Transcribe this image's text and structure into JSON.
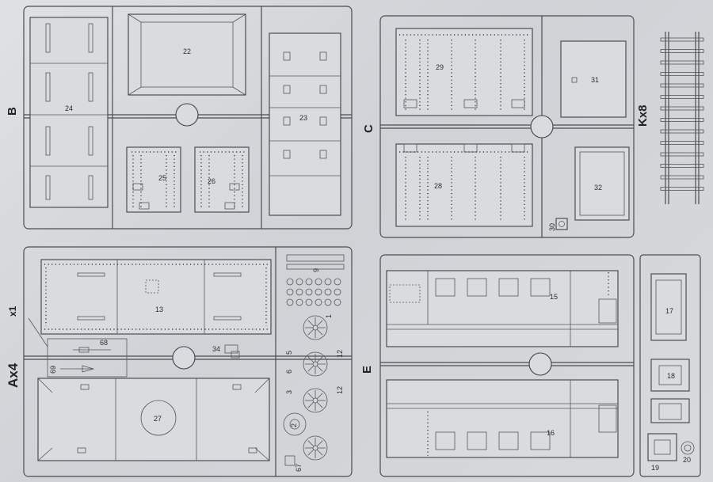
{
  "sprues": {
    "B": {
      "label": "B"
    },
    "C": {
      "label": "C"
    },
    "A": {
      "label": "Ax4"
    },
    "E": {
      "label": "E"
    },
    "K": {
      "label": "Kx8"
    }
  },
  "callout": {
    "label": "x1"
  },
  "parts": {
    "p1": "1",
    "p2": "2",
    "p3": "3",
    "p5": "5",
    "p6": "6",
    "p9": "9",
    "p12": "12",
    "p13": "13",
    "p15": "15",
    "p16": "16",
    "p17": "17",
    "p18": "18",
    "p19": "19",
    "p20": "20",
    "p22": "22",
    "p23": "23",
    "p24": "24",
    "p25": "25",
    "p26": "26",
    "p27": "27",
    "p28": "28",
    "p29": "29",
    "p30": "30",
    "p31": "31",
    "p32": "32",
    "p34": "34",
    "p67": "67",
    "p68": "68",
    "p69": "69"
  }
}
